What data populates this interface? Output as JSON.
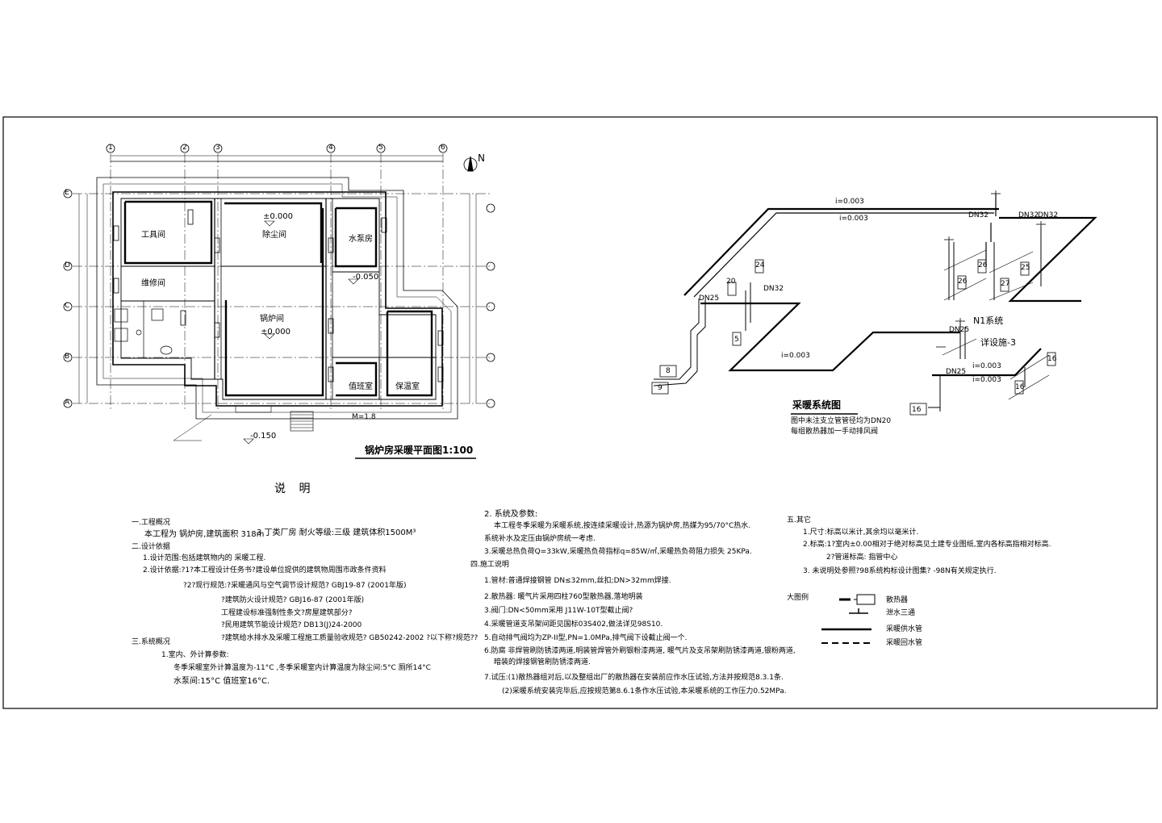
{
  "plan": {
    "title": "锅炉房采暖平面图1:100",
    "north_mark": "N",
    "rooms": {
      "tool_room": "工具间",
      "dust_room": "除尘间",
      "pump_room": "水泵房",
      "repair_room": "维修间",
      "boiler_room": "锅炉间",
      "duty_room": "值班室",
      "storage_room": "保温室"
    },
    "elevations": {
      "dust_room": "±0.000",
      "boiler_room": "±0.000",
      "pump_room": "-0.050",
      "outdoor": "-0.150"
    },
    "grid_labels": [
      "1",
      "2",
      "3",
      "4",
      "5",
      "6",
      "A",
      "B",
      "C",
      "D",
      "E"
    ],
    "door_note": "M=1.8"
  },
  "system": {
    "title": "采暖系统图",
    "note1": "图中未注支立管管径均为DN20",
    "note2": "每组散热器加一手动排风阀",
    "slope1": "i=0.003",
    "slope2": "i=0.003",
    "slope3": "i=0.003",
    "slope4": "i=0.003",
    "slope5": "i=0.003",
    "system_label": "N1系统",
    "detail_ref": "详设施-3",
    "pipe_sizes": [
      "DN32",
      "DN32",
      "DN25",
      "DN32",
      "DN25",
      "DN25",
      "DN32"
    ],
    "radiators": [
      "8",
      "9",
      "24",
      "20",
      "5",
      "26",
      "25",
      "27",
      "26",
      "16",
      "16",
      "16"
    ]
  },
  "notes": {
    "heading": "说 明",
    "col1": [
      "一.工程概况",
      "本工程为 锅炉房,建筑面积  318m",
      "3  丁类厂房  耐火等级:三级  建筑体积1500M³",
      "二.设计依据",
      "1.设计范围:包括建筑物内的 采暖工程.",
      "2.设计依据:?1?本工程设计任务书?建设单位提供的建筑物周围市政条件资料",
      "?2?现行规范:?采暖通风与空气调节设计规范?  GBJ19-87   (2001年版)",
      "?建筑防火设计规范?  GBJ16-87   (2001年版)",
      "工程建设标准强制性条文?房屋建筑部分?",
      "?民用建筑节能设计规范?  DB13(J)24-2000",
      "?建筑给水排水及采暖工程施工质量验收规范? GB50242-2002 ?以下称?规范??",
      "三.系统概况",
      "1.室内、外计算参数:",
      "冬季采暖室外计算温度为-11°C ,冬季采暖室内计算温度为除尘间:5°C  厕所14°C",
      "水泵间:15°C  值班室16°C."
    ],
    "col2": [
      "2.  系统及参数:",
      "本工程冬季采暖为采暖系统,按连续采暖设计,热源为锅炉房,热媒为95/70°C热水.",
      "系统补水及定压由锅炉房统一考虑.",
      "3.采暖总热负荷Q=33kW,采暖热负荷指标q=85W/㎡,采暖热负荷阻力损失 25KPa.",
      "四.施工说明",
      "1.管材:普通焊接钢管 DN≤32mm,丝扣;DN>32mm焊接.",
      "2.散热器:  暖气片采用四柱760型散热器,落地明装",
      "3.阀门:DN<50mm采用 J11W-10T型截止阀?",
      "4.采暖管道支吊架间距见国标03S402,做法详见98S10.",
      "5.自动排气阀均为ZP-II型,PN=1.0MPa,排气阀下设截止阀一个.",
      "6.防腐  非焊管刷防锈漆两道,明装管焊管外刷银粉漆两道,  暖气片及支吊架刷防锈漆两道,银粉两道,",
      "暗装的焊接钢管刷防锈漆两道.",
      "7.试压:(1)散热器组对后,以及整组出厂的散热器在安装前应作水压试验,方法并按规范8.3.1条.",
      "(2)采暖系统安装完毕后,应按规范第8.6.1条作水压试验,本采暖系统的工作压力0.52MPa."
    ],
    "col3": [
      "五.其它",
      "1.尺寸:标高以米计,其余均以毫米计.",
      "2.标高:1?室内±0.00相对于绝对标高见土建专业图纸,室内各标高指相对标高.",
      "2?管道标高:  指管中心",
      "3.   未说明处参照?98系统构标设计图集?  -98N有关规定执行."
    ],
    "legend_title": "大图例",
    "legend": [
      "散热器",
      "泄水三通",
      "采暖供水管",
      "采暖回水管"
    ]
  }
}
